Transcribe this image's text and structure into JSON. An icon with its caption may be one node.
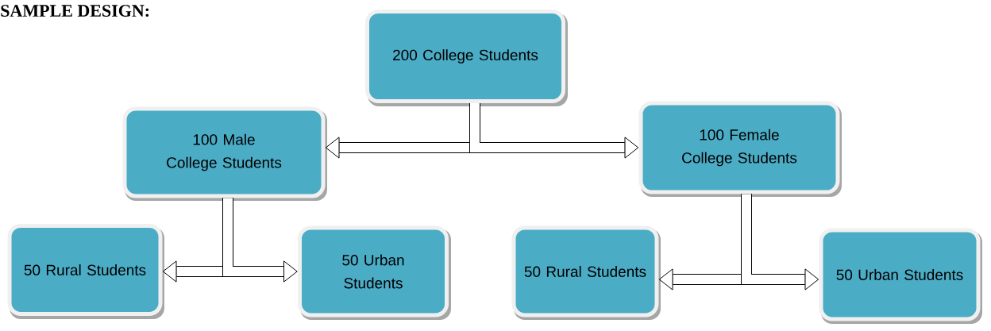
{
  "diagram": {
    "title": "SAMPLE DESIGN:",
    "nodes": [
      {
        "text": [
          "200 College Students"
        ]
      },
      {
        "text": [
          "100 Male College Students"
        ]
      },
      {
        "text": [
          "100 Female College Students"
        ]
      },
      {
        "text": [
          "50 Rural Students"
        ]
      },
      {
        "text": [
          "50 Urban Students"
        ]
      },
      {
        "text": [
          "50 Rural Students"
        ]
      },
      {
        "text": [
          "50 Urban Students"
        ]
      }
    ],
    "edges": [
      {
        "from": 0,
        "to": 1,
        "arrow": "to"
      },
      {
        "from": 0,
        "to": 2,
        "arrow": "to"
      },
      {
        "from": 1,
        "to": 3,
        "arrow": "to"
      },
      {
        "from": 1,
        "to": 4,
        "arrow": "to"
      },
      {
        "from": 2,
        "to": 5,
        "arrow": "to"
      },
      {
        "from": 2,
        "to": 6,
        "arrow": "to"
      }
    ]
  }
}
